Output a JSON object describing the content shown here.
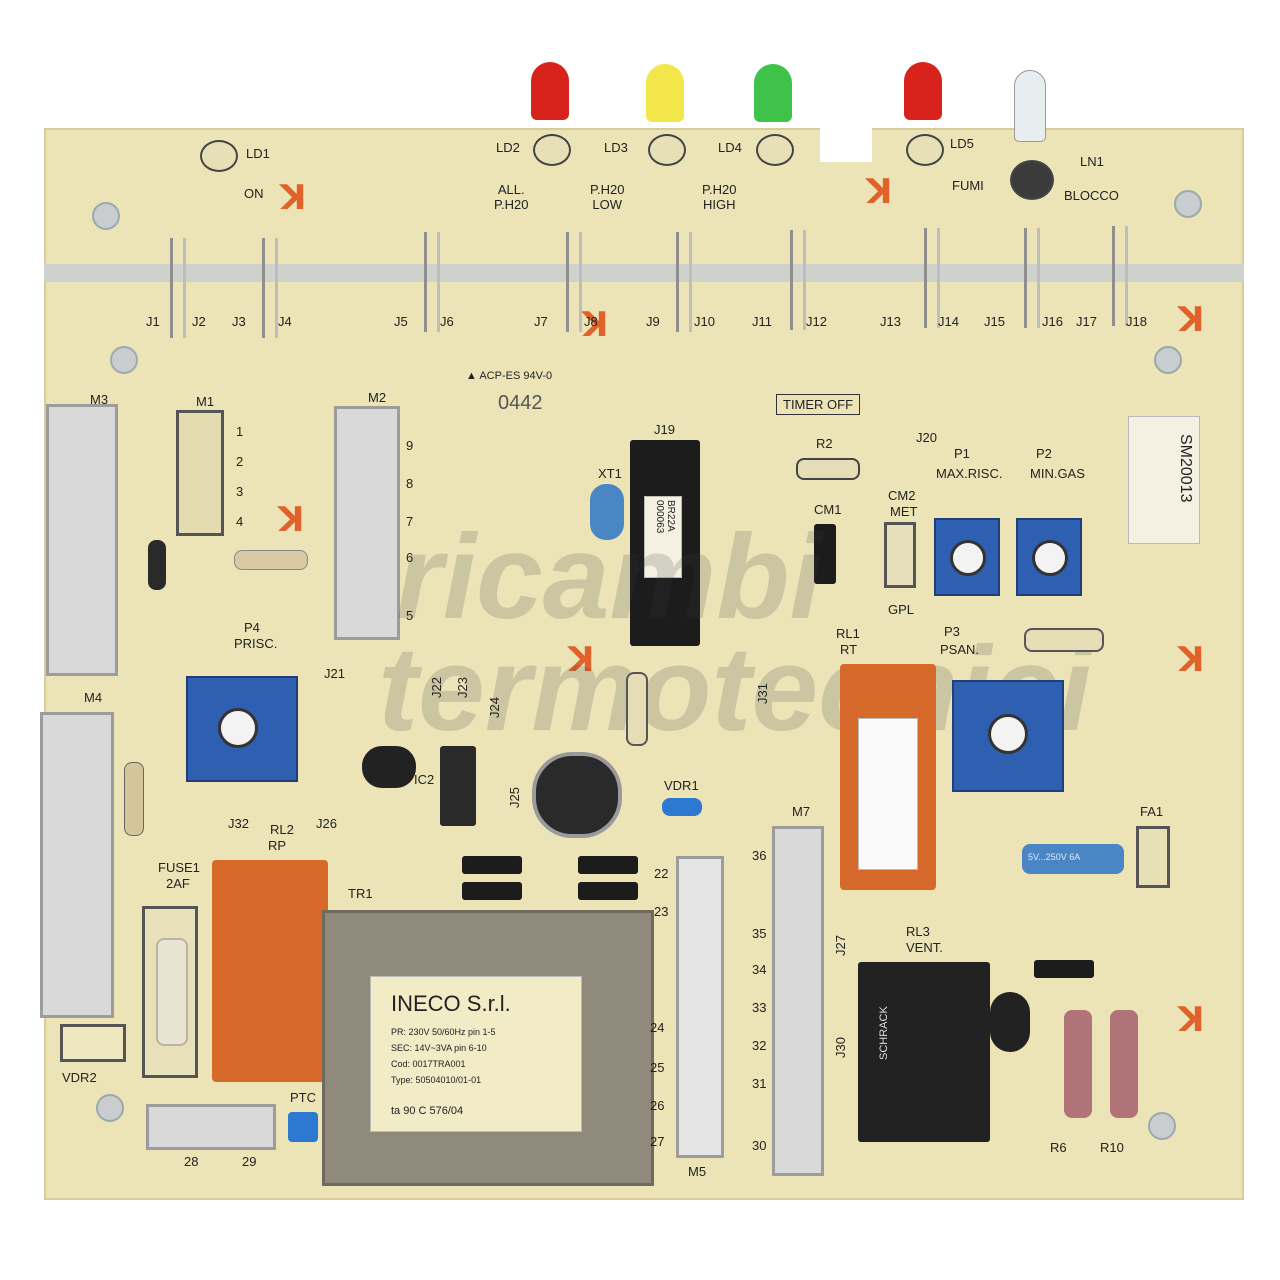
{
  "silkscreen": {
    "ld1": "LD1",
    "on": "ON",
    "ld2": "LD2",
    "ld3": "LD3",
    "ld4": "LD4",
    "ld5": "LD5",
    "ln1": "LN1",
    "all_ph20": "ALL.\nP.H20",
    "ph20_low": "P.H20\nLOW",
    "ph20_high": "P.H20\nHIGH",
    "fumi": "FUMI",
    "blocco": "BLOCCO",
    "j_labels": [
      "J1",
      "J2",
      "J3",
      "J4",
      "J5",
      "J6",
      "J7",
      "J8",
      "J9",
      "J10",
      "J11",
      "J12",
      "J13",
      "J14",
      "J15",
      "J16",
      "J17",
      "J18"
    ],
    "acp": "▲ ACP-ES 94V-0",
    "date_code": "0442",
    "m1": "M1",
    "m1_pins": [
      "1",
      "2",
      "3",
      "4"
    ],
    "m2": "M2",
    "m2_pins": [
      "9",
      "8",
      "7",
      "6",
      "5"
    ],
    "m3": "M3",
    "m4": "M4",
    "j19": "J19",
    "xt1": "XT1",
    "chip_text": "BR22A\n000063",
    "timer_off": "TIMER OFF",
    "r2": "R2",
    "cm1": "CM1",
    "cm2": "CM2",
    "met": "MET",
    "gpl": "GPL",
    "j20": "J20",
    "p1": "P1",
    "max_risc": "MAX.RISC.",
    "p2": "P2",
    "min_gas": "MIN.GAS",
    "sm_code": "SM20013",
    "p4": "P4",
    "prisc": "PRISC.",
    "j21": "J21",
    "j22": "J22",
    "j23": "J23",
    "j24": "J24",
    "j31": "J31",
    "rl1": "RL1",
    "rt": "RT",
    "p3": "P3",
    "psan": "PSAN.",
    "ic2": "IC2",
    "j25": "J25",
    "vdr1": "VDR1",
    "j32": "J32",
    "rl2": "RL2",
    "rp": "RP",
    "j26": "J26",
    "fuse1": "FUSE1",
    "fuse_rating": "2AF",
    "tr1": "TR1",
    "m5_pins": [
      "22",
      "23",
      "24",
      "25",
      "26",
      "27"
    ],
    "m5": "M5",
    "m7": "M7",
    "m7_pins": [
      "36",
      "35",
      "34",
      "33",
      "32",
      "31",
      "30"
    ],
    "j27": "J27",
    "j30": "J30",
    "rl3": "RL3",
    "vent": "VENT.",
    "fa1": "FA1",
    "vdr2": "VDR2",
    "ptc": "PTC",
    "c28": "28",
    "c29": "29",
    "r6": "R6",
    "r10": "R10"
  },
  "transformer_label": {
    "brand": "INECO S.r.l.",
    "lines": [
      "PR: 230V 50/60Hz pin 1-5",
      "SEC: 14V~3VA pin 6-10",
      "Cod: 0017TRA001",
      "Type: 50504010/01-01"
    ],
    "code": "ta 90 C  576/04"
  },
  "relay_rl3_text": "SCHRACK",
  "capacitor_text": "5V...250V 6A",
  "watermark": {
    "line1": "ricambi",
    "line2": "termotecnici"
  },
  "colors": {
    "board": "#ece3b7",
    "led_red": "#d8231c",
    "led_yellow": "#f2e64a",
    "led_green": "#3fc24a",
    "trimmer_blue": "#2f5fb0",
    "relay_orange": "#d76a2a",
    "silk_mark": "#e0622a"
  }
}
